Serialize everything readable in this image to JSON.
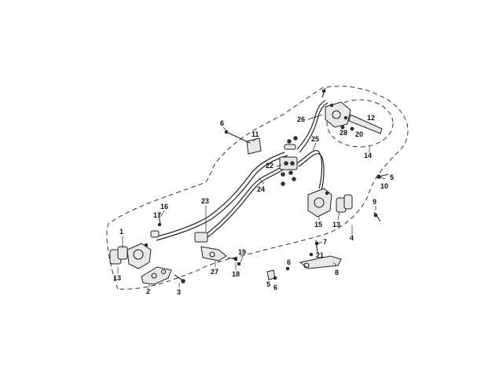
{
  "diagram": {
    "labels": [
      {
        "id": "1",
        "text": "1"
      },
      {
        "id": "13a",
        "text": "13"
      },
      {
        "id": "2",
        "text": "2"
      },
      {
        "id": "3",
        "text": "3"
      },
      {
        "id": "16",
        "text": "16"
      },
      {
        "id": "17",
        "text": "17"
      },
      {
        "id": "23",
        "text": "23"
      },
      {
        "id": "27",
        "text": "27"
      },
      {
        "id": "18",
        "text": "18"
      },
      {
        "id": "19",
        "text": "19"
      },
      {
        "id": "6a",
        "text": "6"
      },
      {
        "id": "11",
        "text": "11"
      },
      {
        "id": "22",
        "text": "22"
      },
      {
        "id": "24",
        "text": "24"
      },
      {
        "id": "25",
        "text": "25"
      },
      {
        "id": "26",
        "text": "26"
      },
      {
        "id": "28",
        "text": "28"
      },
      {
        "id": "20",
        "text": "20"
      },
      {
        "id": "12",
        "text": "12"
      },
      {
        "id": "14",
        "text": "14"
      },
      {
        "id": "5a",
        "text": "5"
      },
      {
        "id": "10",
        "text": "10"
      },
      {
        "id": "9",
        "text": "9"
      },
      {
        "id": "15",
        "text": "15"
      },
      {
        "id": "13b",
        "text": "13"
      },
      {
        "id": "4",
        "text": "4"
      },
      {
        "id": "7",
        "text": "7"
      },
      {
        "id": "21",
        "text": "21"
      },
      {
        "id": "6b",
        "text": "6"
      },
      {
        "id": "8",
        "text": "8"
      },
      {
        "id": "5b",
        "text": "5"
      },
      {
        "id": "6c",
        "text": "6"
      }
    ]
  }
}
